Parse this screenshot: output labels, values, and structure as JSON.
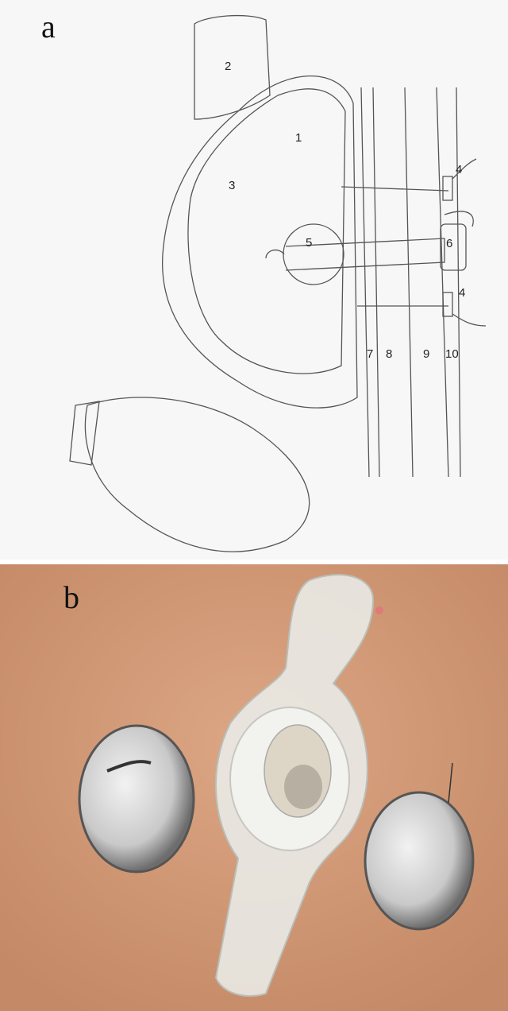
{
  "panel_a": {
    "letter": "a",
    "labels": [
      "1",
      "2",
      "3",
      "4",
      "4",
      "5",
      "6",
      "7",
      "8",
      "9",
      "10"
    ]
  },
  "panel_b": {
    "letter": "b"
  }
}
